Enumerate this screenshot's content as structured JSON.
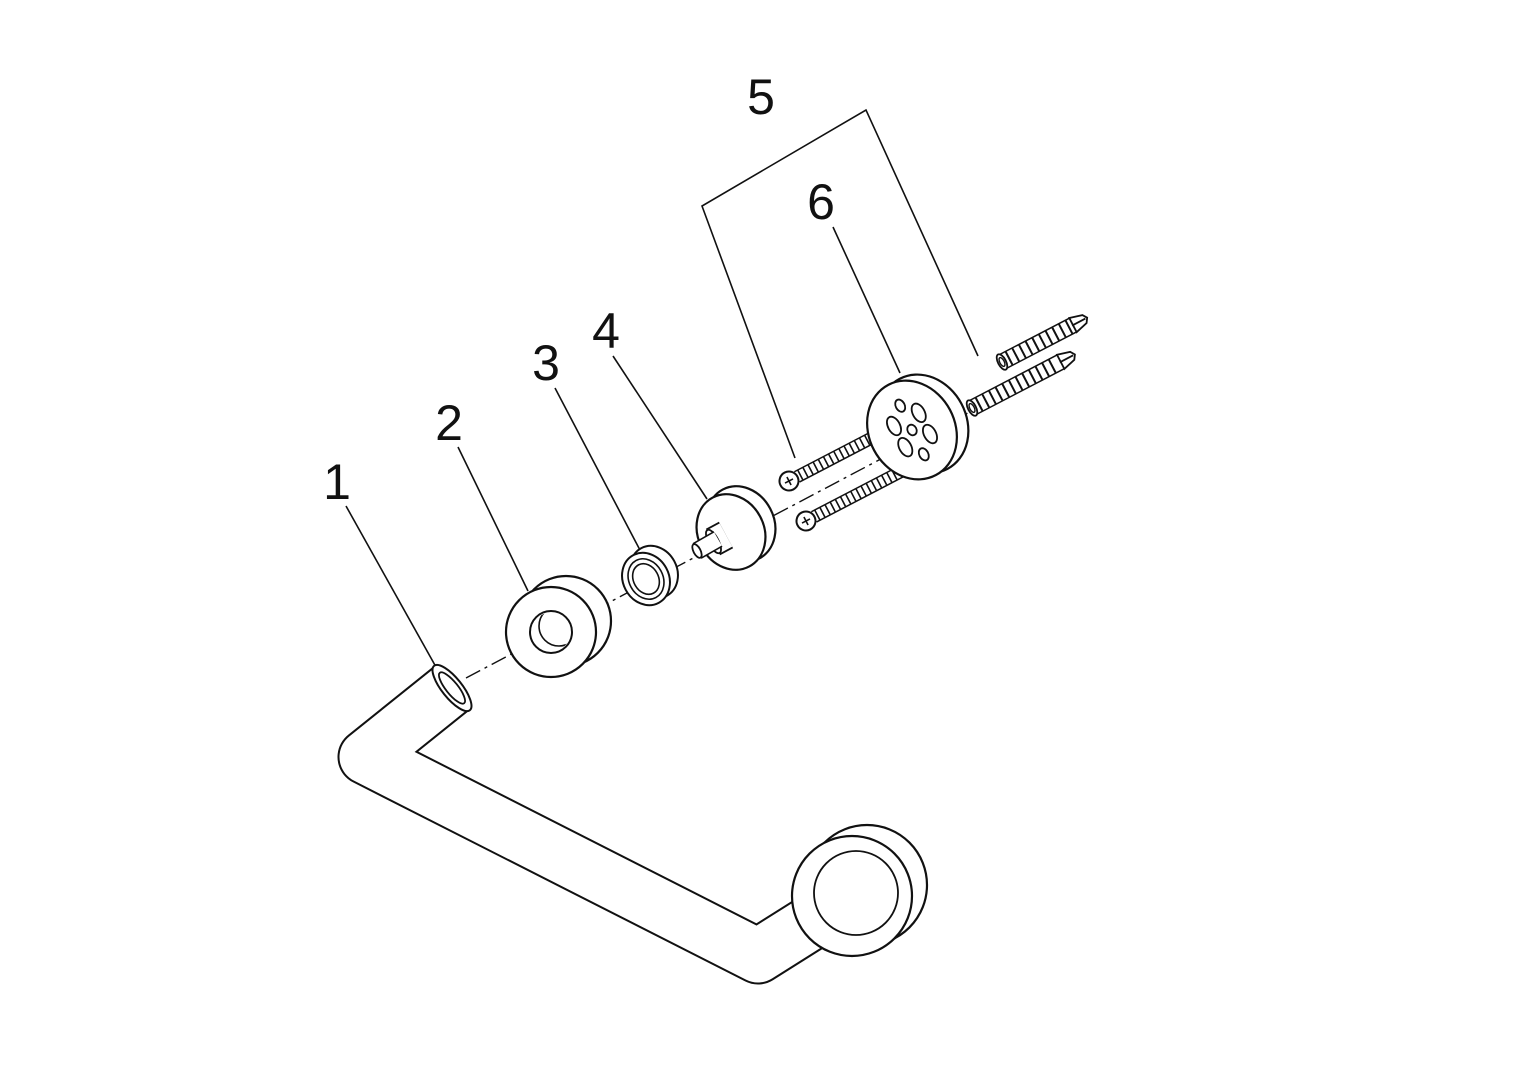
{
  "diagram": {
    "background_color": "#ffffff",
    "line_color": "#111111",
    "labels": [
      {
        "text": "1",
        "part": "towel-bar"
      },
      {
        "text": "2",
        "part": "cover-ring"
      },
      {
        "text": "3",
        "part": "seal-ring"
      },
      {
        "text": "4",
        "part": "mounting-pin"
      },
      {
        "text": "5",
        "part": "fixing-set-screws-and-anchors"
      },
      {
        "text": "6",
        "part": "mounting-plate"
      }
    ]
  }
}
